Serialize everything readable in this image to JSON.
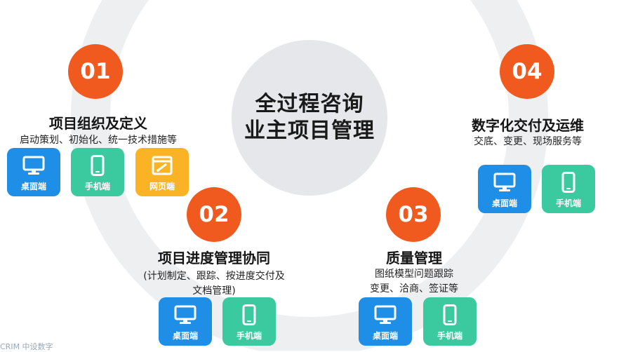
{
  "center": {
    "line1": "全过程咨询",
    "line2": "业主项目管理"
  },
  "sections": [
    {
      "number": "01",
      "title": "项目组织及定义",
      "desc": [
        "启动策划、初始化、统一技术措施等"
      ],
      "tiles": [
        {
          "label": "桌面端",
          "icon": "monitor-icon",
          "color": "#1e8ee6"
        },
        {
          "label": "手机端",
          "icon": "phone-icon",
          "color": "#3bc9a0"
        },
        {
          "label": "网页端",
          "icon": "webpage-icon",
          "color": "#f9b324"
        }
      ]
    },
    {
      "number": "02",
      "title": "项目进度管理协同",
      "desc": [
        "(计划制定、跟踪、按进度交付及",
        "文档管理)"
      ],
      "tiles": [
        {
          "label": "桌面端",
          "icon": "monitor-icon",
          "color": "#1e8ee6"
        },
        {
          "label": "手机端",
          "icon": "phone-icon",
          "color": "#3bc9a0"
        }
      ]
    },
    {
      "number": "03",
      "title": "质量管理",
      "desc": [
        "图纸模型问题跟踪",
        "变更、洽商、签证等"
      ],
      "tiles": [
        {
          "label": "桌面端",
          "icon": "monitor-icon",
          "color": "#1e8ee6"
        },
        {
          "label": "手机端",
          "icon": "phone-icon",
          "color": "#3bc9a0"
        }
      ]
    },
    {
      "number": "04",
      "title": "数字化交付及运维",
      "desc": [
        "交底、变更、现场服务等"
      ],
      "tiles": [
        {
          "label": "桌面端",
          "icon": "monitor-icon",
          "color": "#1e8ee6"
        },
        {
          "label": "手机端",
          "icon": "phone-icon",
          "color": "#3bc9a0"
        }
      ]
    }
  ],
  "footer": {
    "logo": "CRIM 中设数字"
  },
  "colors": {
    "accent": "#f15a1f",
    "ring": "#eeeff1",
    "center": "#e6e7ea"
  }
}
